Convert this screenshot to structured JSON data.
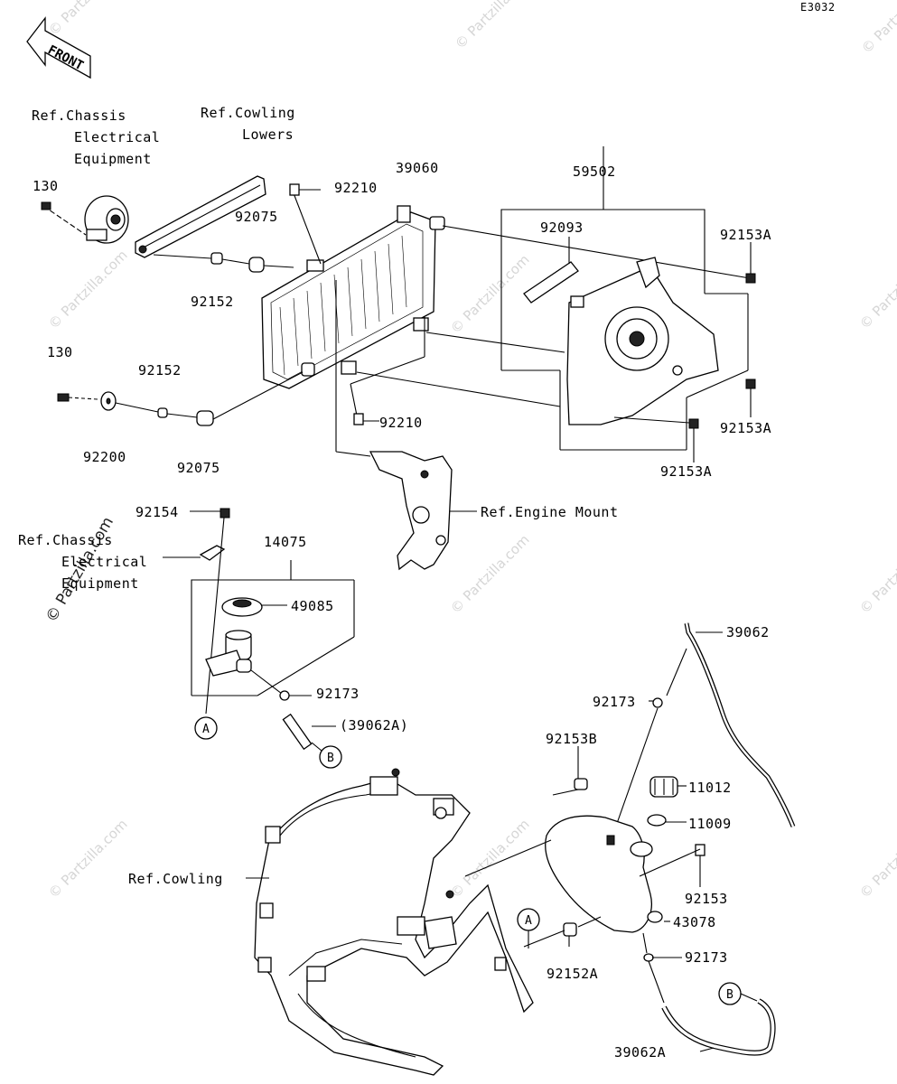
{
  "diagram_code": "E3032",
  "front_label": "FRONT",
  "watermark": "© Partzilla.com",
  "refs": {
    "chassis_elec_top_1": "Ref.Chassis",
    "chassis_elec_top_2": "Electrical",
    "chassis_elec_top_3": "Equipment",
    "cowling_lowers_1": "Ref.Cowling",
    "cowling_lowers_2": "Lowers",
    "engine_mount": "Ref.Engine Mount",
    "chassis_elec_mid_1": "Ref.Chassis",
    "chassis_elec_mid_2": "Electrical",
    "chassis_elec_mid_3": "Equipment",
    "cowling": "Ref.Cowling"
  },
  "parts": {
    "p130_top": "130",
    "p130_mid": "130",
    "p92152_top": "92152",
    "p92152_mid": "92152",
    "p92200": "92200",
    "p92075_top": "92075",
    "p92075_bot": "92075",
    "p92210_top": "92210",
    "p92210_bot": "92210",
    "p39060": "39060",
    "p59502": "59502",
    "p92093": "92093",
    "p92153A_1": "92153A",
    "p92153A_2": "92153A",
    "p92153A_3": "92153A",
    "p92154": "92154",
    "p14075": "14075",
    "p49085": "49085",
    "p92173_1": "92173",
    "p39062A_paren": "(39062A)",
    "p39062": "39062",
    "p92173_2": "92173",
    "p92153B": "92153B",
    "p11012": "11012",
    "p11009": "11009",
    "p92153": "92153",
    "p43078": "43078",
    "p92152A": "92152A",
    "p92173_3": "92173",
    "p39062A": "39062A"
  },
  "callouts": {
    "A1": "A",
    "B1": "B",
    "A2": "A",
    "B2": "B"
  }
}
